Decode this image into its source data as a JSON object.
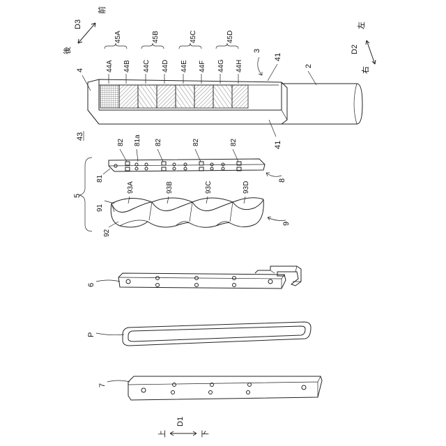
{
  "directions": {
    "d3": "D3",
    "d3_front": "前",
    "d3_back": "後",
    "d2": "D2",
    "d2_left": "左",
    "d2_right": "右",
    "d1": "D1",
    "d1_up": "上",
    "d1_down": "下"
  },
  "groups": {
    "g45A": "45A",
    "g45B": "45B",
    "g45C": "45C",
    "g45D": "45D"
  },
  "cells": [
    "44A",
    "44B",
    "44C",
    "44D",
    "44E",
    "44F",
    "44G",
    "44H"
  ],
  "refs": {
    "r3": "3",
    "r41_top": "41",
    "r41_bottom": "41",
    "r2": "2",
    "r4": "4",
    "r43": "43",
    "r5": "5",
    "r82a": "82",
    "r82b": "82",
    "r82c": "82",
    "r82d": "82",
    "r81a": "81a",
    "r81": "81",
    "r8": "8",
    "r91": "91",
    "r93A": "93A",
    "r93B": "93B",
    "r93C": "93C",
    "r93D": "93D",
    "r92": "92",
    "r9": "9",
    "r6": "6",
    "rP": "P",
    "r7": "7"
  }
}
